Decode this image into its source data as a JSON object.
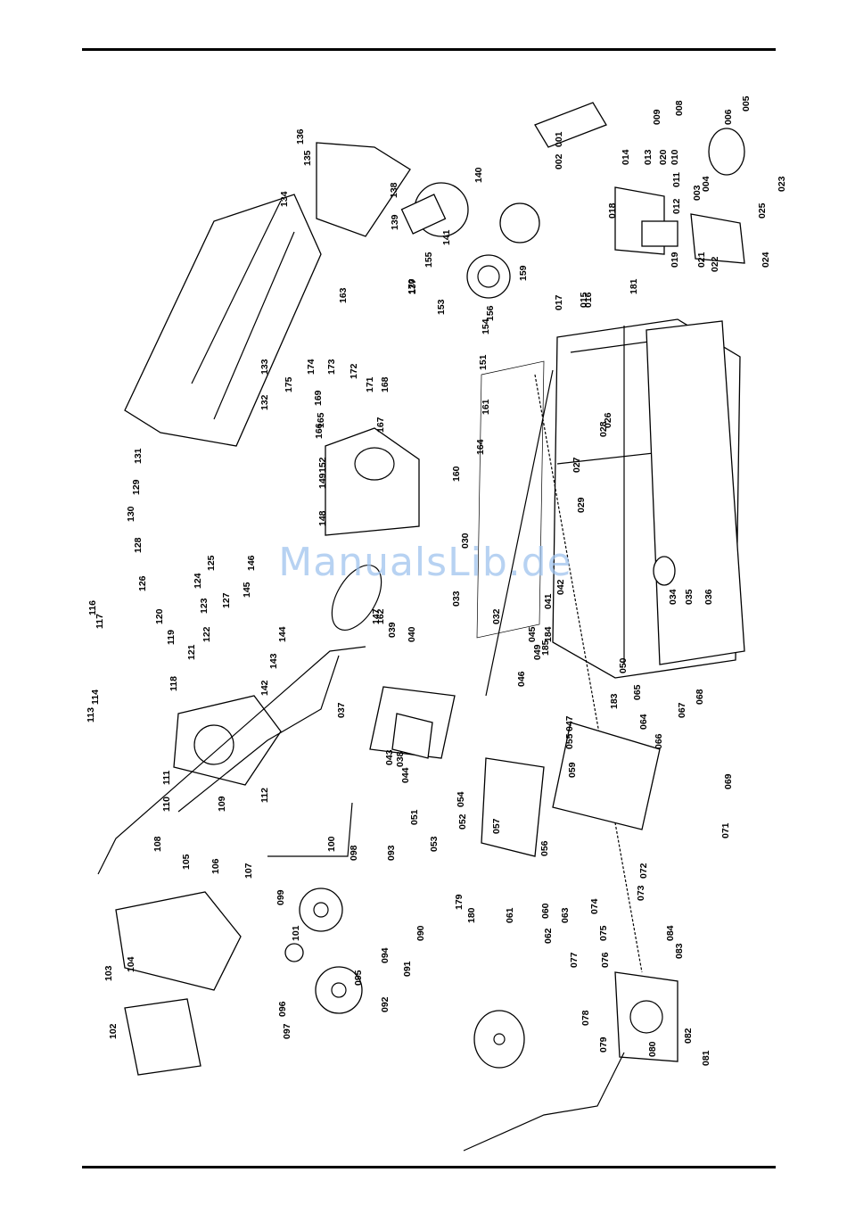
{
  "watermark": "ManualsLib.de",
  "labels": [
    {
      "text": "001"
    },
    {
      "text": "002"
    },
    {
      "text": "003"
    },
    {
      "text": "004"
    },
    {
      "text": "005"
    },
    {
      "text": "006"
    },
    {
      "text": "008"
    },
    {
      "text": "009"
    },
    {
      "text": "010"
    },
    {
      "text": "011"
    },
    {
      "text": "012"
    },
    {
      "text": "013"
    },
    {
      "text": "014"
    },
    {
      "text": "015"
    },
    {
      "text": "016"
    },
    {
      "text": "017"
    },
    {
      "text": "018"
    },
    {
      "text": "019"
    },
    {
      "text": "020"
    },
    {
      "text": "021"
    },
    {
      "text": "022"
    },
    {
      "text": "023"
    },
    {
      "text": "024"
    },
    {
      "text": "025"
    },
    {
      "text": "026"
    },
    {
      "text": "027"
    },
    {
      "text": "028"
    },
    {
      "text": "029"
    },
    {
      "text": "030"
    },
    {
      "text": "032"
    },
    {
      "text": "033"
    },
    {
      "text": "034"
    },
    {
      "text": "035"
    },
    {
      "text": "036"
    },
    {
      "text": "037"
    },
    {
      "text": "038"
    },
    {
      "text": "039"
    },
    {
      "text": "040"
    },
    {
      "text": "041"
    },
    {
      "text": "042"
    },
    {
      "text": "043"
    },
    {
      "text": "044"
    },
    {
      "text": "045"
    },
    {
      "text": "046"
    },
    {
      "text": "047"
    },
    {
      "text": "049"
    },
    {
      "text": "050"
    },
    {
      "text": "051"
    },
    {
      "text": "052"
    },
    {
      "text": "053"
    },
    {
      "text": "054"
    },
    {
      "text": "055"
    },
    {
      "text": "056"
    },
    {
      "text": "057"
    },
    {
      "text": "059"
    },
    {
      "text": "060"
    },
    {
      "text": "061"
    },
    {
      "text": "062"
    },
    {
      "text": "063"
    },
    {
      "text": "064"
    },
    {
      "text": "065"
    },
    {
      "text": "066"
    },
    {
      "text": "067"
    },
    {
      "text": "068"
    },
    {
      "text": "069"
    },
    {
      "text": "071"
    },
    {
      "text": "072"
    },
    {
      "text": "073"
    },
    {
      "text": "074"
    },
    {
      "text": "075"
    },
    {
      "text": "076"
    },
    {
      "text": "077"
    },
    {
      "text": "078"
    },
    {
      "text": "079"
    },
    {
      "text": "080"
    },
    {
      "text": "081"
    },
    {
      "text": "082"
    },
    {
      "text": "083"
    },
    {
      "text": "084"
    },
    {
      "text": "090"
    },
    {
      "text": "091"
    },
    {
      "text": "092"
    },
    {
      "text": "093"
    },
    {
      "text": "094"
    },
    {
      "text": "095"
    },
    {
      "text": "096"
    },
    {
      "text": "097"
    },
    {
      "text": "098"
    },
    {
      "text": "099"
    },
    {
      "text": "100"
    },
    {
      "text": "101"
    },
    {
      "text": "102"
    },
    {
      "text": "103"
    },
    {
      "text": "104"
    },
    {
      "text": "105"
    },
    {
      "text": "106"
    },
    {
      "text": "107"
    },
    {
      "text": "108"
    },
    {
      "text": "109"
    },
    {
      "text": "110"
    },
    {
      "text": "111"
    },
    {
      "text": "112"
    },
    {
      "text": "113"
    },
    {
      "text": "114"
    },
    {
      "text": "116"
    },
    {
      "text": "117"
    },
    {
      "text": "118"
    },
    {
      "text": "119"
    },
    {
      "text": "120"
    },
    {
      "text": "121"
    },
    {
      "text": "122"
    },
    {
      "text": "123"
    },
    {
      "text": "124"
    },
    {
      "text": "125"
    },
    {
      "text": "126"
    },
    {
      "text": "127"
    },
    {
      "text": "128"
    },
    {
      "text": "129"
    },
    {
      "text": "130"
    },
    {
      "text": "131"
    },
    {
      "text": "132"
    },
    {
      "text": "133"
    },
    {
      "text": "134"
    },
    {
      "text": "135"
    },
    {
      "text": "136"
    },
    {
      "text": "137"
    },
    {
      "text": "138"
    },
    {
      "text": "139"
    },
    {
      "text": "140"
    },
    {
      "text": "141"
    },
    {
      "text": "142"
    },
    {
      "text": "143"
    },
    {
      "text": "144"
    },
    {
      "text": "145"
    },
    {
      "text": "146"
    },
    {
      "text": "147"
    },
    {
      "text": "148"
    },
    {
      "text": "149"
    },
    {
      "text": "151"
    },
    {
      "text": "152"
    },
    {
      "text": "153"
    },
    {
      "text": "154"
    },
    {
      "text": "155"
    },
    {
      "text": "156"
    },
    {
      "text": "159"
    },
    {
      "text": "160"
    },
    {
      "text": "161"
    },
    {
      "text": "162"
    },
    {
      "text": "163"
    },
    {
      "text": "164"
    },
    {
      "text": "165"
    },
    {
      "text": "166"
    },
    {
      "text": "167"
    },
    {
      "text": "168"
    },
    {
      "text": "169"
    },
    {
      "text": "170"
    },
    {
      "text": "171"
    },
    {
      "text": "172"
    },
    {
      "text": "173"
    },
    {
      "text": "174"
    },
    {
      "text": "175"
    },
    {
      "text": "179"
    },
    {
      "text": "180"
    },
    {
      "text": "181"
    },
    {
      "text": "183"
    },
    {
      "text": "184"
    },
    {
      "text": "185"
    }
  ]
}
